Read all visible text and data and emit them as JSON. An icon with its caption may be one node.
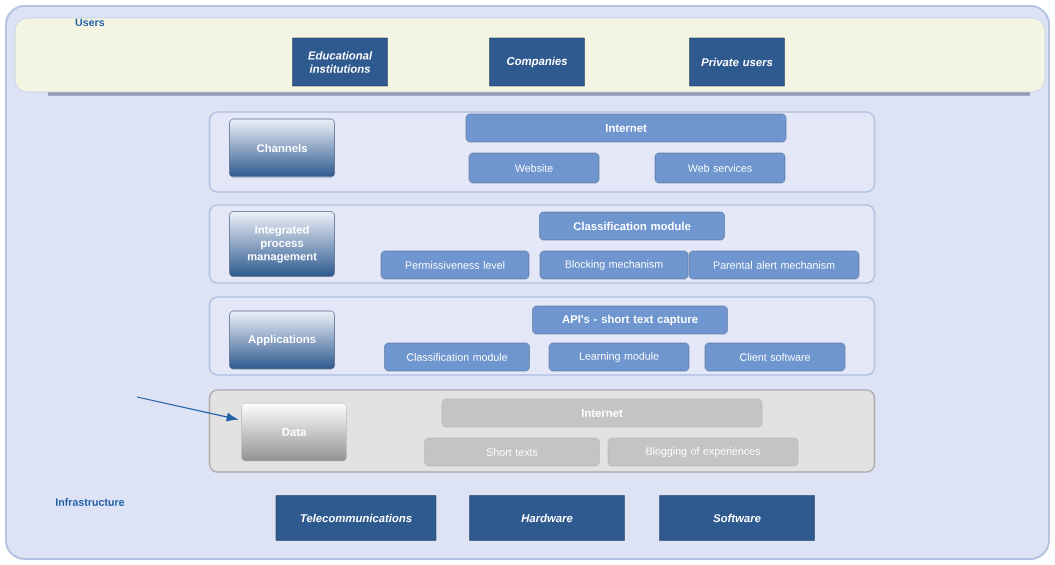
{
  "diagram": {
    "nodes": [
      {
        "text": [
          "Users"
        ]
      },
      {
        "text": [
          "Educational institutions"
        ],
        "in": 0
      },
      {
        "text": [
          "Companies"
        ],
        "in": 0
      },
      {
        "text": [
          "Private users"
        ],
        "in": 0
      },
      {
        "text": [],
        "shape": "box"
      },
      {
        "text": [
          "Channels"
        ],
        "in": 4
      },
      {
        "text": [
          "Internet"
        ],
        "in": 4
      },
      {
        "text": [
          "Website"
        ],
        "in": 4
      },
      {
        "text": [
          "Web services"
        ],
        "in": 4
      },
      {
        "text": [],
        "shape": "box"
      },
      {
        "text": [
          "Integrated process management"
        ],
        "in": 9
      },
      {
        "text": [
          "Classification module"
        ],
        "in": 9
      },
      {
        "text": [
          "Permissiveness level"
        ],
        "in": 9
      },
      {
        "text": [
          "Blocking mechanism"
        ],
        "in": 9
      },
      {
        "text": [
          "Parental alert mechanism"
        ],
        "in": 9
      },
      {
        "text": [],
        "shape": "box"
      },
      {
        "text": [
          "Applications"
        ],
        "in": 15
      },
      {
        "text": [
          "API's - short text capture"
        ],
        "in": 15
      },
      {
        "text": [
          "Classification module"
        ],
        "in": 15
      },
      {
        "text": [
          "Learning module"
        ],
        "in": 15
      },
      {
        "text": [
          "Client software"
        ],
        "in": 15
      },
      {
        "text": [],
        "shape": "box"
      },
      {
        "text": [
          "Data"
        ],
        "in": 21
      },
      {
        "text": [
          "Internet"
        ],
        "in": 21
      },
      {
        "text": [
          "Short texts"
        ],
        "in": 21
      },
      {
        "text": [
          "Blogging of experiences"
        ],
        "in": 21
      },
      {
        "text": [
          "Telecommunications"
        ]
      },
      {
        "text": [
          "Hardware"
        ]
      },
      {
        "text": [
          "Software"
        ]
      }
    ],
    "edges": [
      {
        "from": null,
        "to": 22,
        "arrow": "to"
      }
    ],
    "labels": [
      "Infrastructure"
    ]
  }
}
